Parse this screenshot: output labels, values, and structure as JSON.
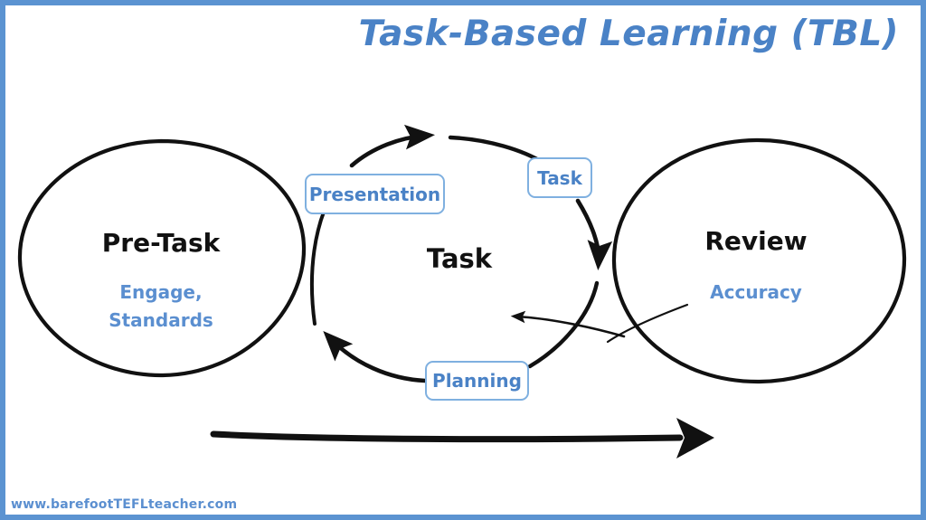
{
  "slide": {
    "title": "Task-Based Learning (TBL)",
    "watermark": "www.barefootTEFLteacher.com",
    "frame_color": "#5b93d1",
    "background_color": "#ffffff",
    "accent_blue": "#4a82c6",
    "ink_black": "#111111"
  },
  "stages": [
    {
      "id": "pre-task",
      "heading": "Pre-Task",
      "subtext": "Engage,\nStandards",
      "heading_color": "#111111",
      "subtext_color": "#5b8fd0"
    },
    {
      "id": "task",
      "heading": "Task",
      "subtext": "",
      "heading_color": "#111111",
      "subtext_color": "#5b8fd0"
    },
    {
      "id": "review",
      "heading": "Review",
      "subtext": "Accuracy",
      "heading_color": "#111111",
      "subtext_color": "#5b8fd0"
    }
  ],
  "cycle_labels": [
    {
      "id": "presentation",
      "label": "Presentation"
    },
    {
      "id": "task-step",
      "label": "Task"
    },
    {
      "id": "planning",
      "label": "Planning"
    }
  ],
  "icons": {
    "pre_task_ellipse": "ellipse-outline",
    "review_ellipse": "ellipse-outline",
    "cycle_arc_presentation": "curved-arrow-up",
    "cycle_arc_task": "curved-arrow-down",
    "cycle_arc_planning": "curved-arrow-left-up",
    "cycle_arc_feedback": "curved-arrow-left",
    "progress_arrow": "long-arrow-right"
  }
}
